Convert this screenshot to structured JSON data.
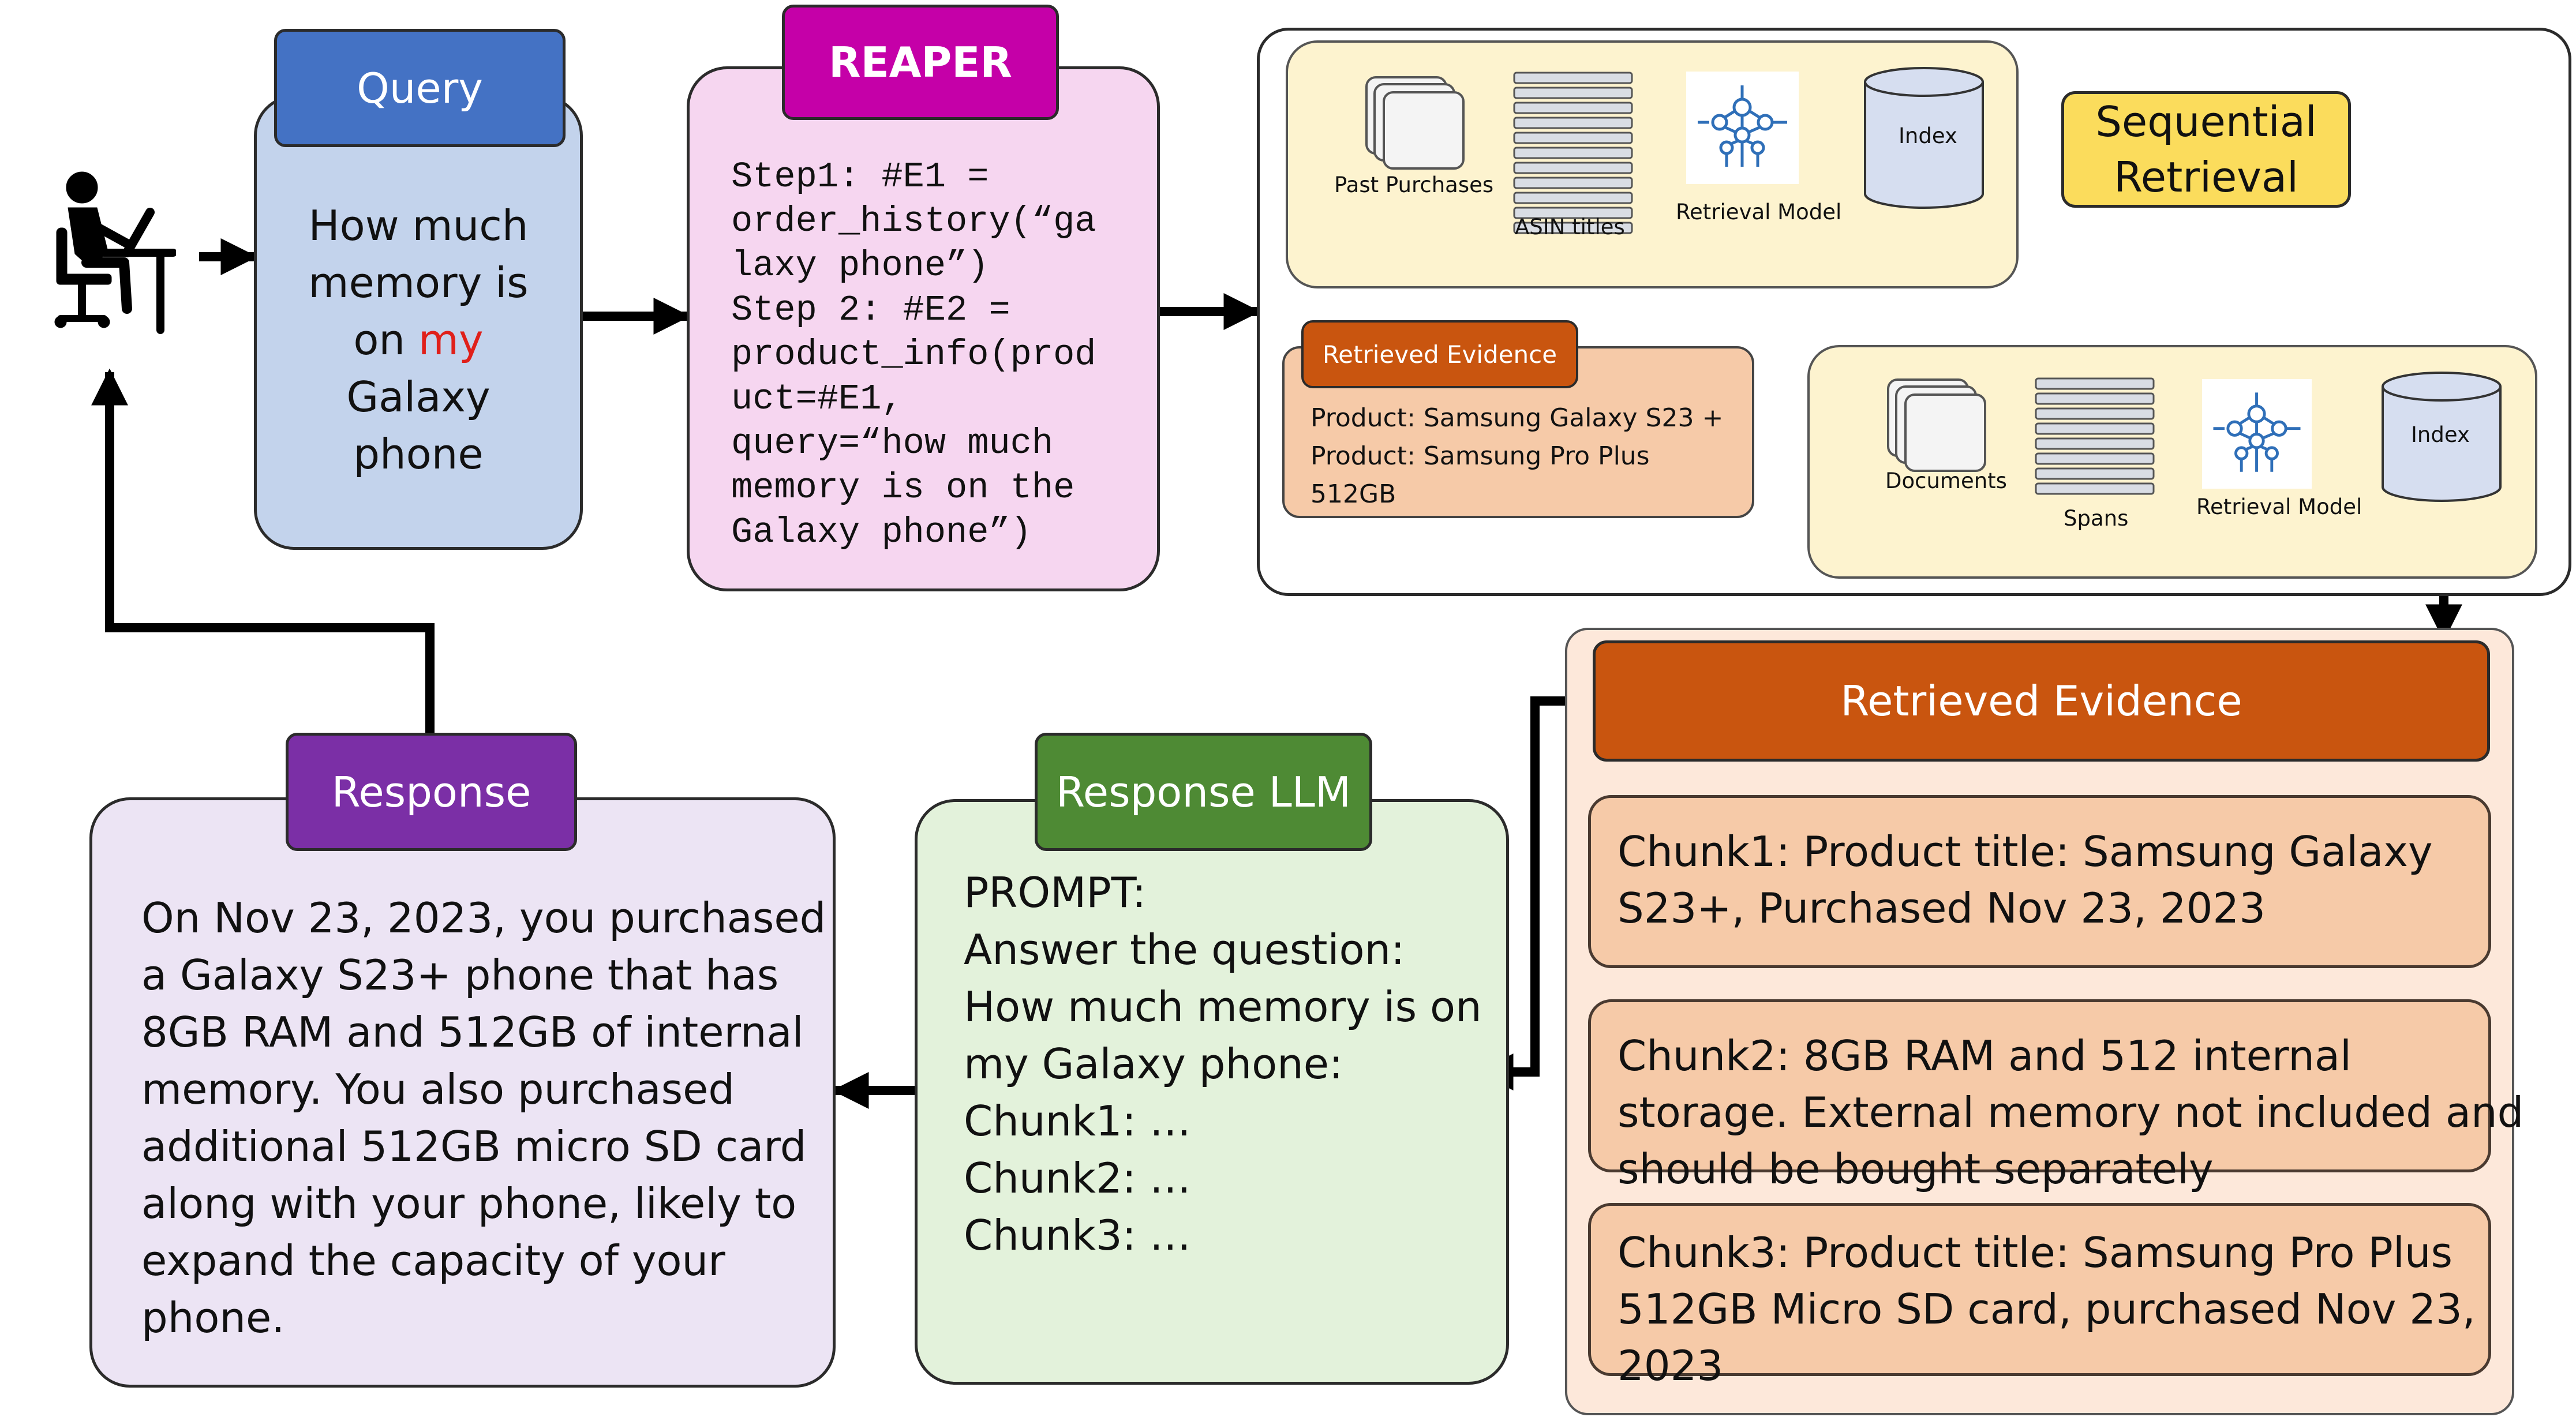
{
  "colors": {
    "query_header": "#4472c4",
    "query_body": "#c3d3ec",
    "reaper_header": "#c500a8",
    "reaper_body": "#f6d6f0",
    "retrieval_panel": "#fdf3cf",
    "sequential_badge": "#fbdc5c",
    "evidence_header": "#c9550f",
    "evidence_body": "#f6caa8",
    "evidence_panel": "#fde8da",
    "response_llm_header": "#4e8a34",
    "response_llm_body": "#e3f2db",
    "response_header": "#7b2fa6",
    "response_body": "#ece4f4",
    "highlight": "#e0201a"
  },
  "user": {
    "icon": "person-at-computer-icon"
  },
  "query": {
    "header": "Query",
    "lines": [
      {
        "pre": "How much",
        "em": "",
        "post": ""
      },
      {
        "pre": "memory is",
        "em": "",
        "post": ""
      },
      {
        "pre": "on ",
        "em": "my",
        "post": ""
      },
      {
        "pre": "Galaxy",
        "em": "",
        "post": ""
      },
      {
        "pre": "phone",
        "em": "",
        "post": ""
      }
    ]
  },
  "reaper": {
    "header": "REAPER",
    "code_lines": [
      "Step1: #E1 =",
      "order_history(“ga",
      "laxy phone”)",
      "Step 2: #E2 =",
      "product_info(prod",
      "uct=#E1,",
      "query=“how much",
      "memory is on the",
      "Galaxy phone”)"
    ]
  },
  "sequential_retrieval": {
    "label_lines": [
      "Sequential",
      "Retrieval"
    ],
    "stage1": {
      "past_purchases": "Past Purchases",
      "asin_titles": "ASIN titles",
      "retrieval_model": "Retrieval Model",
      "index": "Index"
    },
    "retrieved_evidence": {
      "header": "Retrieved Evidence",
      "lines": [
        "Product: Samsung Galaxy S23 +",
        "Product: Samsung Pro Plus",
        "512GB"
      ]
    },
    "stage2": {
      "documents": "Documents",
      "spans": "Spans",
      "retrieval_model": "Retrieval Model",
      "index": "Index"
    }
  },
  "retrieved_evidence": {
    "header": "Retrieved Evidence",
    "chunks": [
      [
        "Chunk1: Product title: Samsung Galaxy",
        "S23+, Purchased Nov 23, 2023"
      ],
      [
        "Chunk2: 8GB RAM and 512 internal",
        "storage. External memory not included and",
        "should be bought separately"
      ],
      [
        "Chunk3: Product title: Samsung Pro Plus",
        "512GB Micro SD card, purchased Nov 23,",
        "2023"
      ]
    ]
  },
  "response_llm": {
    "header": "Response LLM",
    "lines": [
      "PROMPT:",
      "Answer the question:",
      "How much memory is on",
      "my Galaxy phone:",
      "Chunk1: …",
      "Chunk2: …",
      "Chunk3: …"
    ]
  },
  "response": {
    "header": "Response",
    "lines": [
      "On Nov 23, 2023, you purchased",
      "a Galaxy S23+ phone that has",
      "8GB RAM and 512GB of internal",
      "memory. You also purchased",
      "additional 512GB micro SD card",
      "along with your phone, likely to",
      "expand the capacity of your",
      "phone."
    ]
  }
}
